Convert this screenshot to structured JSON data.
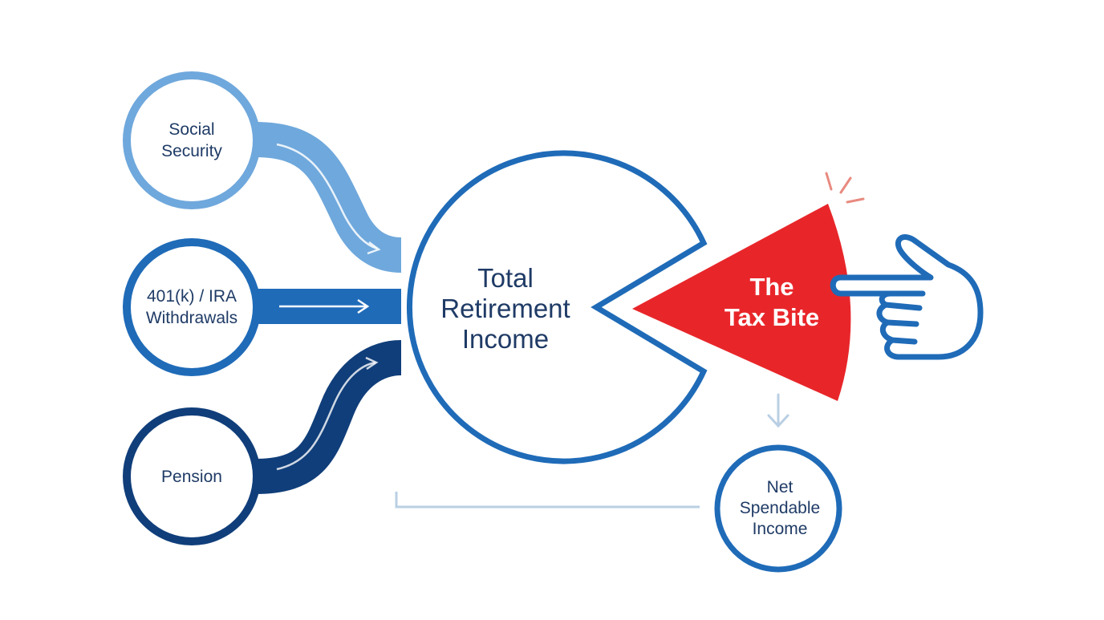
{
  "colors": {
    "light_blue": "#6fa8dc",
    "mid_blue": "#1f6bb8",
    "dark_blue": "#103e7a",
    "text_navy": "#1f3b66",
    "tax_red": "#e8262a",
    "accent_red": "#e88a80",
    "connector_gray": "#b9cfe3"
  },
  "sources": [
    {
      "lines": [
        "Social",
        "Security"
      ]
    },
    {
      "lines": [
        "401(k) / IRA",
        "Withdrawals"
      ]
    },
    {
      "lines": [
        "Pension"
      ]
    }
  ],
  "center": {
    "lines": [
      "Total",
      "Retirement",
      "Income"
    ]
  },
  "tax": {
    "lines": [
      "The",
      "Tax Bite"
    ]
  },
  "net": {
    "lines": [
      "Net",
      "Spendable",
      "Income"
    ]
  },
  "icons": [
    "pointing-hand-icon",
    "burst-icon",
    "down-arrow-icon"
  ]
}
